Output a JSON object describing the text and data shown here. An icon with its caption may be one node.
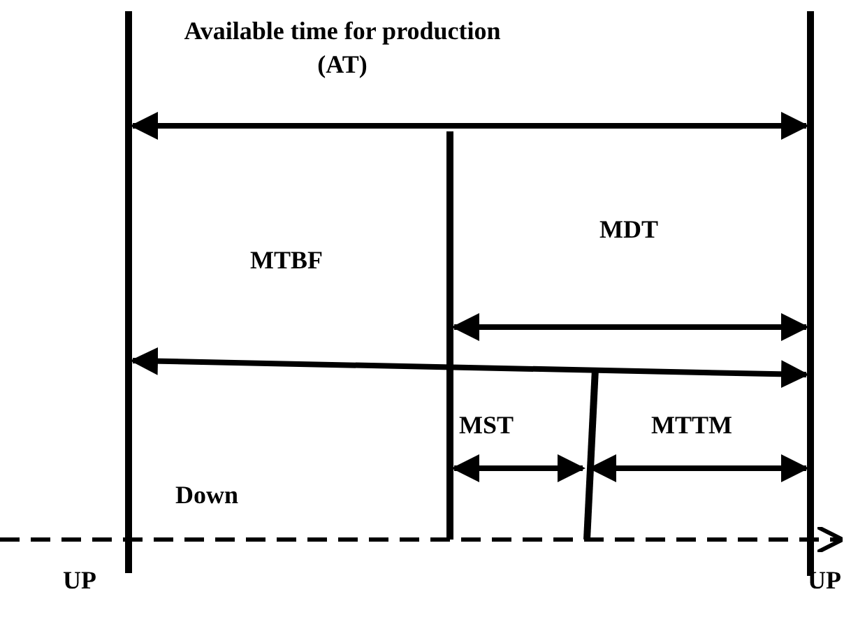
{
  "diagram": {
    "labels": [
      "Available time for production (AT)",
      "MTBF",
      "MDT",
      "MST",
      "MTTM",
      "Down",
      "UP",
      "UP"
    ]
  }
}
